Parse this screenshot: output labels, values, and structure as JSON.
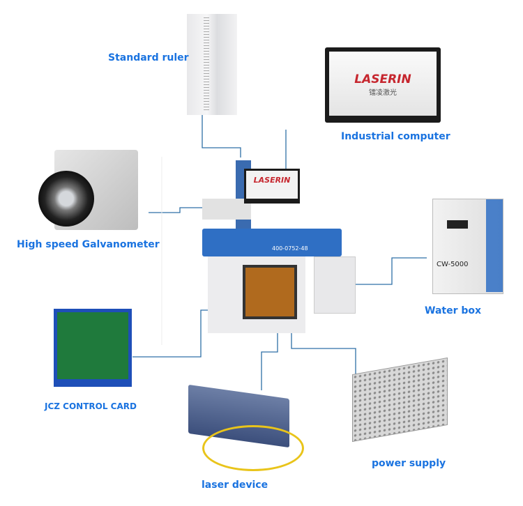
{
  "colors": {
    "label": "#1a73e0",
    "connector": "#2e6fa6",
    "machine_blue": "#2f6fc4"
  },
  "labels": {
    "ruler": "Standard ruler",
    "computer": "Industrial computer",
    "galvanometer": "High speed Galvanometer",
    "water_box": "Water box",
    "control_card": "JCZ CONTROL CARD",
    "laser": "laser device",
    "power_supply": "power supply"
  },
  "logos": {
    "brand": "LASERIN",
    "brand_cn": "镭凌激光",
    "phone": "400-0752-48",
    "chiller_model": "CW-5000"
  }
}
